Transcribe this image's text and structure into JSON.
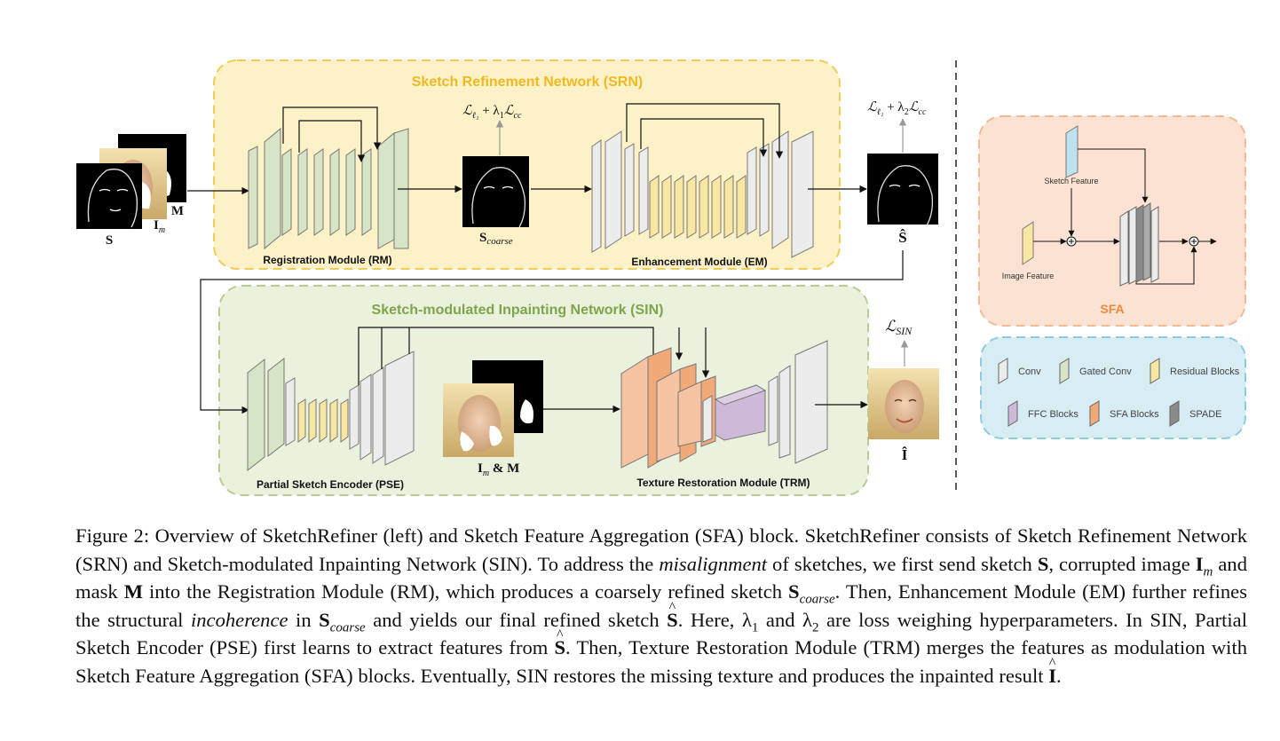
{
  "srn": {
    "title": "Sketch Refinement Network (SRN)",
    "rm_label": "Registration Module (RM)",
    "em_label": "Enhancement Module (EM)",
    "loss1_main": "ℒ",
    "loss1_text": "ℒℓ₁ + λ₁ℒcc",
    "loss2_text": "ℒℓ₁ + λ₂ℒcc",
    "coarse_main": "S",
    "coarse_sub": "coarse",
    "refined_label": "Ŝ"
  },
  "inputs": {
    "s_label": "S",
    "im_main": "I",
    "im_sub": "m",
    "m_label": "M"
  },
  "sin": {
    "title": "Sketch-modulated Inpainting Network (SIN)",
    "pse_label": "Partial Sketch Encoder (PSE)",
    "trm_label": "Texture Restoration Module (TRM)",
    "loss_main": "ℒ",
    "loss_sub": "SIN",
    "im_m_main": "I",
    "im_m_sub": "m",
    "im_m_rest": " & M",
    "output_label": "Î"
  },
  "sfa": {
    "title": "SFA",
    "sketch_feature": "Sketch Feature",
    "image_feature": "Image Feature"
  },
  "legend": {
    "items": [
      {
        "label": "Conv",
        "color": "#ececec"
      },
      {
        "label": "Gated Conv",
        "color": "#d7e4c6"
      },
      {
        "label": "Residual Blocks",
        "color": "#f7e7a2"
      },
      {
        "label": "FFC Blocks",
        "color": "#cdbad9"
      },
      {
        "label": "SFA Blocks",
        "color": "#f2a978"
      },
      {
        "label": "SPADE",
        "color": "#8a8a8a"
      }
    ]
  },
  "caption": {
    "c01": "Figure 2: Overview of SketchRefiner (left) and Sketch Feature Aggregation (SFA) block. SketchRefiner consists of Sketch Refinement Network (SRN) and Sketch-modulated Inpainting Network (SIN). To address the ",
    "c02": "misalignment",
    "c03": " of sketches, we first send sketch ",
    "c04": "S",
    "c05": ", corrupted image ",
    "c06": "I",
    "c07": "m",
    "c08": " and mask ",
    "c09": "M",
    "c10": " into the Registration Module (RM), which produces a coarsely refined sketch ",
    "c11": "S",
    "c12": "coarse",
    "c13": ". Then, Enhancement Module (EM) further refines the structural ",
    "c14": "incoherence",
    "c15": " in ",
    "c16": "S",
    "c17": "coarse",
    "c18": " and yields our final refined sketch ",
    "c19": "S",
    "c20": ". Here, λ",
    "c21": "1",
    "c22": " and λ",
    "c23": "2",
    "c24": " are loss weighing hyperparameters. In SIN, Partial Sketch Encoder (PSE) first learns to extract features from ",
    "c25": "S",
    "c26": ". Then, Texture Restoration Module (TRM) merges the features as modulation with Sketch Feature Aggregation (SFA) blocks. Eventually, SIN restores the missing texture and produces the inpainted result ",
    "c27": "I",
    "c28": "."
  }
}
